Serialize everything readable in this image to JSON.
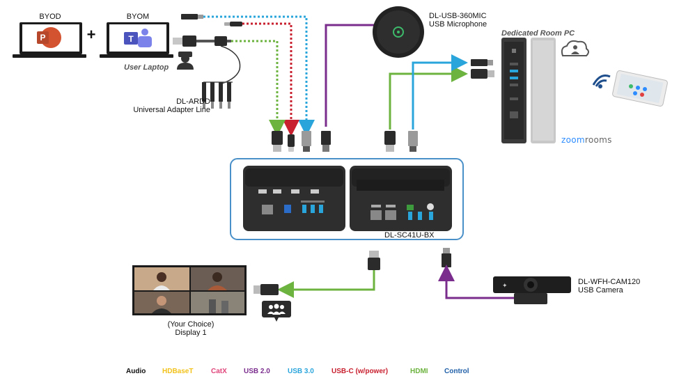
{
  "labels": {
    "byod": "BYOD",
    "byom": "BYOM",
    "plus": "+",
    "user_laptop": "User Laptop",
    "adapter_model": "DL-ARDD",
    "adapter_name": "Universal Adapter Line",
    "mic_model": "DL-USB-360MIC",
    "mic_name": "USB Microphone",
    "room_pc": "Dedicated Room PC",
    "zoom_brand": "zoom",
    "zoom_suffix": "rooms",
    "switcher_model": "DL-SC41U-BX",
    "camera_model": "DL-WFH-CAM120",
    "camera_name": "USB Camera",
    "display_choice": "(Your Choice)",
    "display_name": "Display 1"
  },
  "legend": [
    {
      "label": "Audio",
      "color": "#111111"
    },
    {
      "label": "HDBaseT",
      "color": "#f2c21b"
    },
    {
      "label": "CatX",
      "color": "#e0457b"
    },
    {
      "label": "USB 2.0",
      "color": "#7b2d8e"
    },
    {
      "label": "USB 3.0",
      "color": "#2aa5dc"
    },
    {
      "label": "USB-C (w/power)",
      "color": "#c8202f"
    },
    {
      "label": "HDMI",
      "color": "#6db33f"
    },
    {
      "label": "Control",
      "color": "#1f5fa8"
    }
  ],
  "colors": {
    "usb2": "#7b2d8e",
    "usb3": "#2aa5dc",
    "usbc": "#c8202f",
    "hdmi": "#6db33f",
    "frame": "#4a90c8"
  },
  "icons": {
    "powerpoint": "powerpoint-icon",
    "teams": "teams-icon",
    "user": "user-icon",
    "cloud": "cloud-user-icon",
    "wifi": "wifi-icon"
  }
}
